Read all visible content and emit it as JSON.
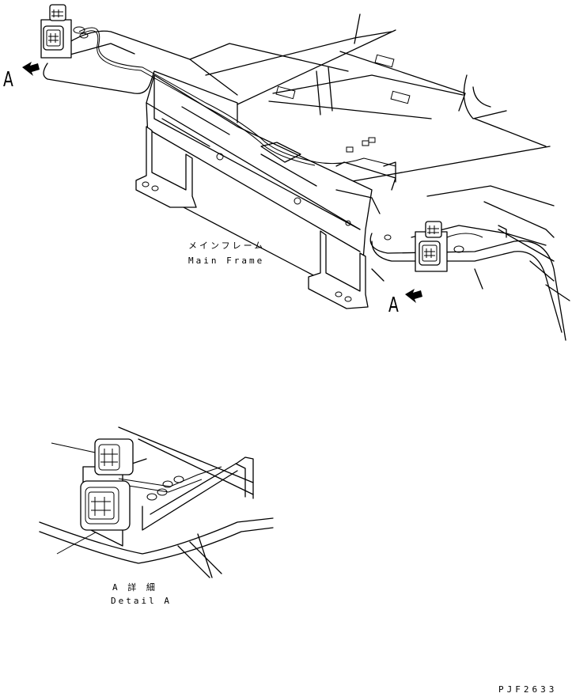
{
  "labels": {
    "view_a_left": "A",
    "view_a_right": "A",
    "main_frame_jp": "メインフレーム",
    "main_frame_en": "Main Frame",
    "detail_jp": "A 詳 細",
    "detail_en": "Detail A",
    "drawing_code": "PJF2633"
  }
}
